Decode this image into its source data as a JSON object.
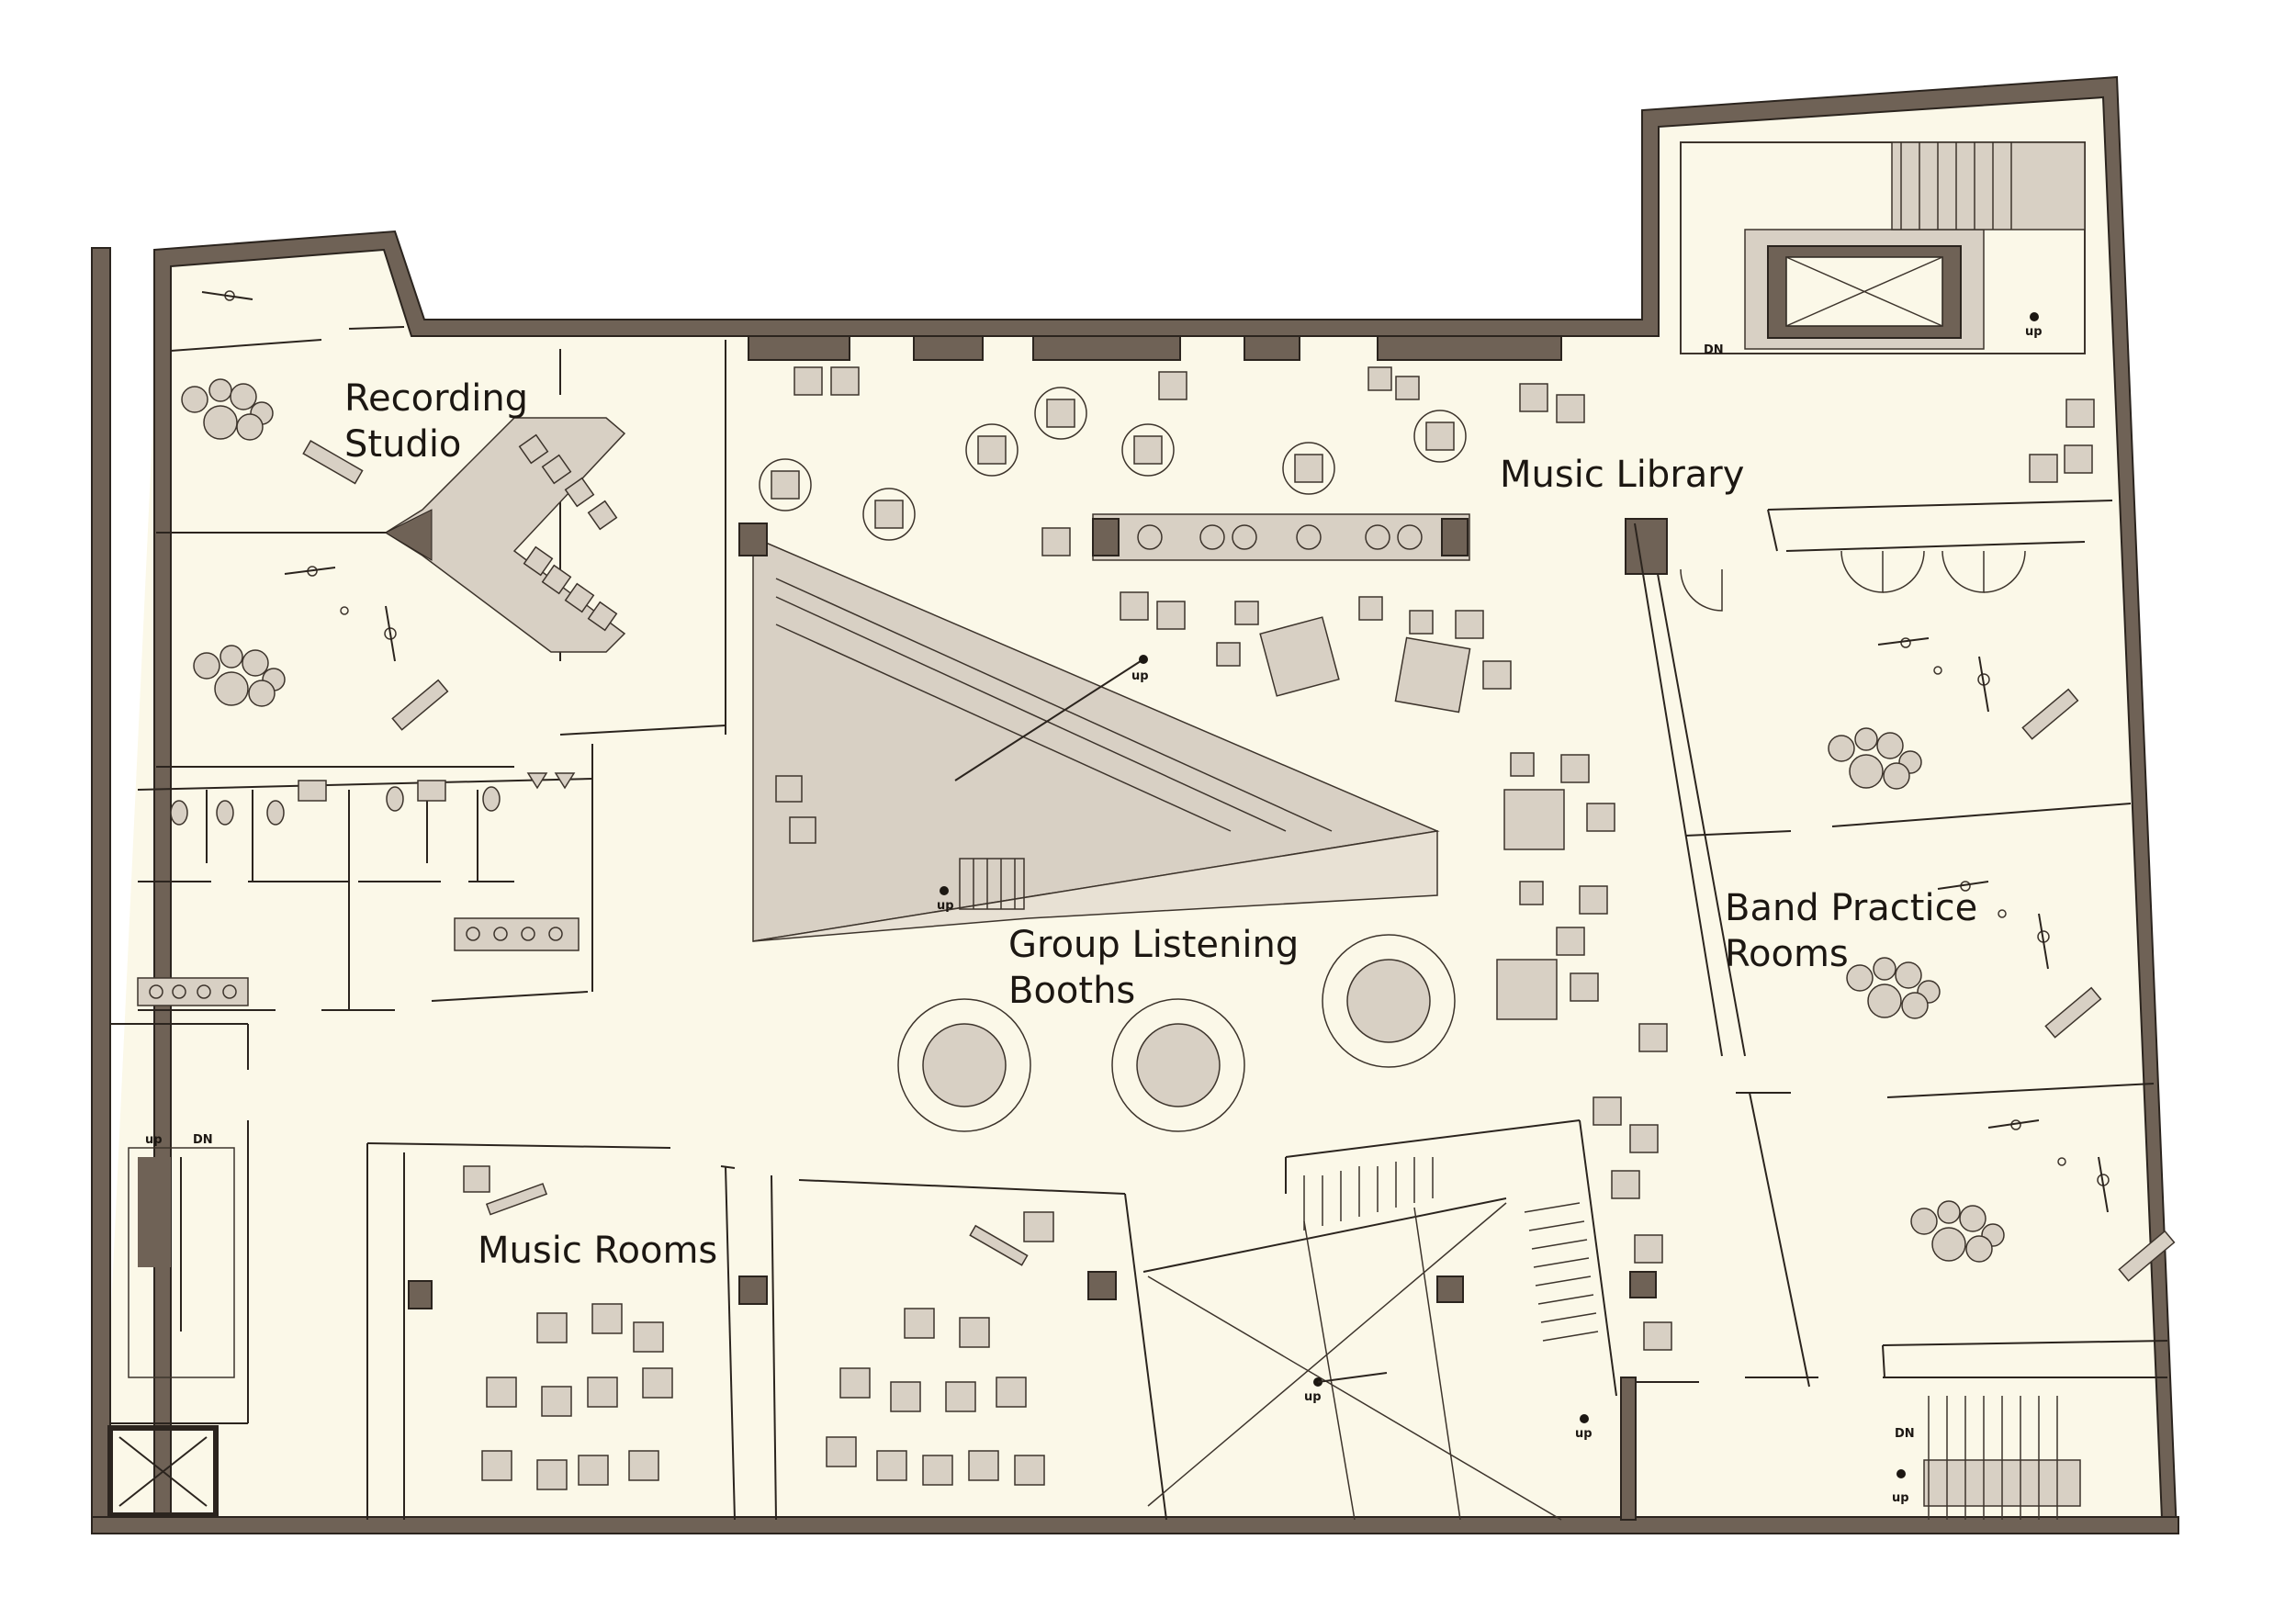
{
  "rooms": {
    "recording_studio": [
      "Recording",
      "Studio"
    ],
    "music_library": "Music Library",
    "group_listening_booths": [
      "Group Listening",
      "Booths"
    ],
    "band_practice_rooms": [
      "Band Practice",
      "Rooms"
    ],
    "music_rooms": "Music Rooms"
  },
  "stair_marks": {
    "up": "up",
    "dn": "DN"
  },
  "colors": {
    "wall": "#6f6256",
    "floor": "#fbf8e8",
    "furniture": "#d8d0c4",
    "line": "#2b241e"
  }
}
